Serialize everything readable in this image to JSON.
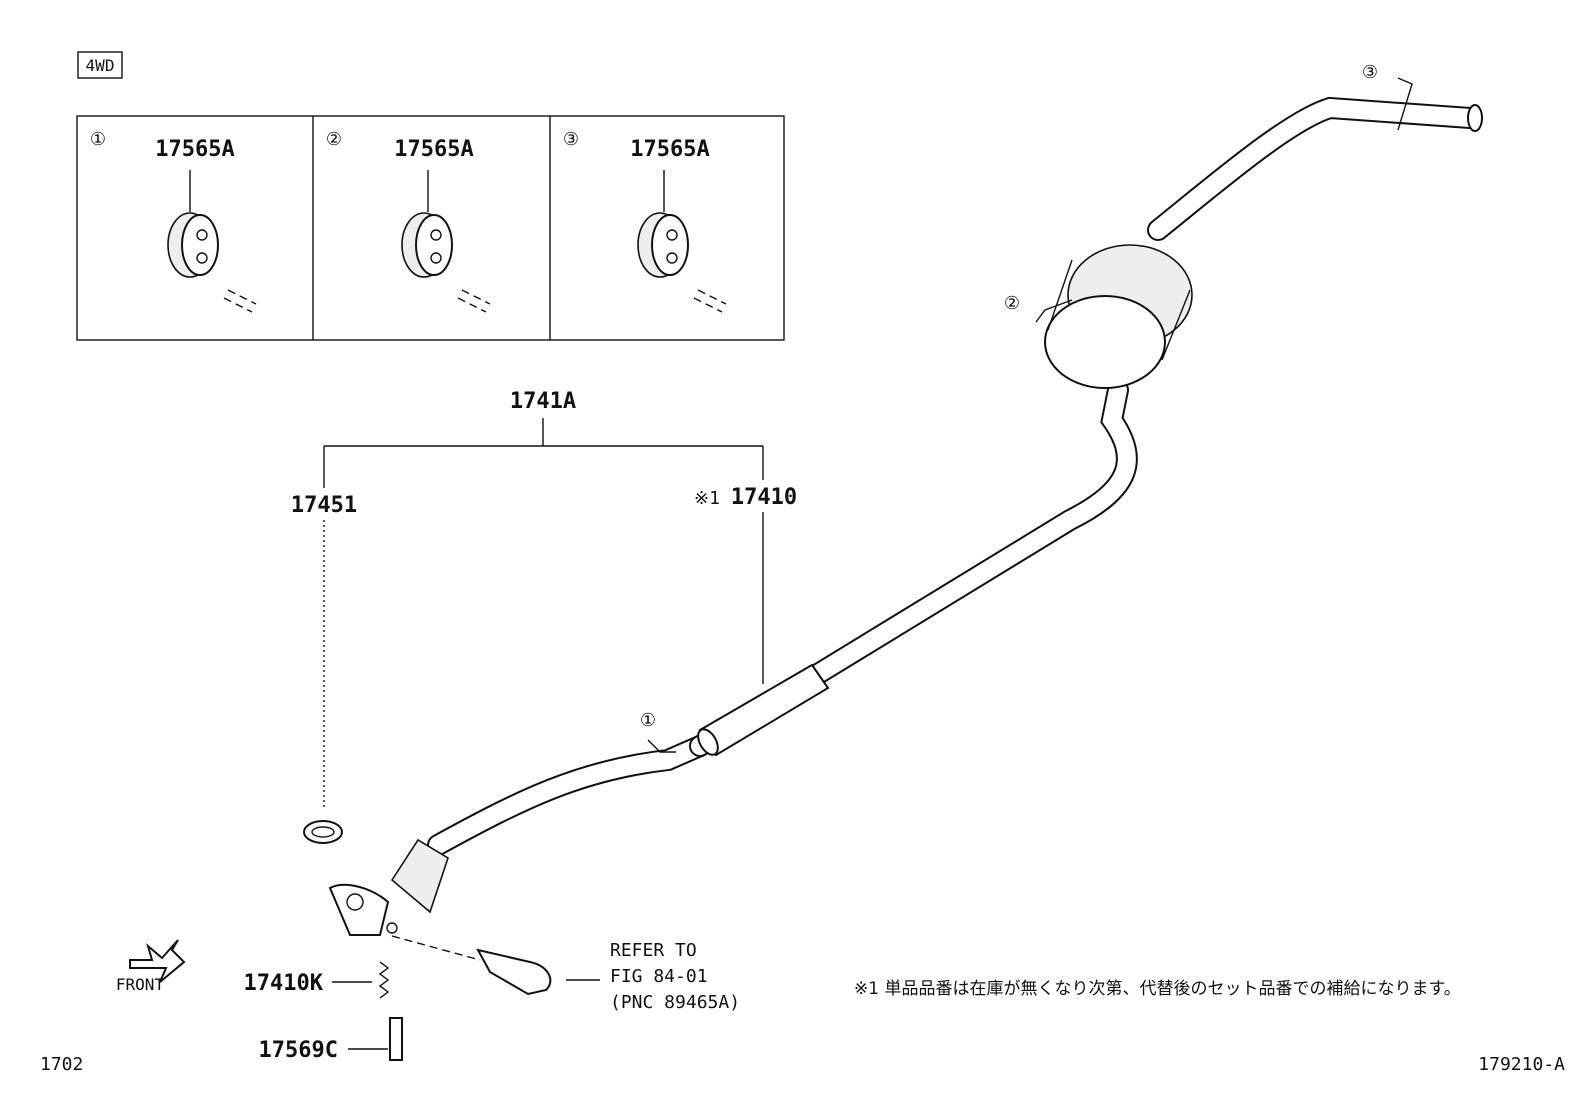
{
  "badge": "4WD",
  "insets": [
    {
      "num": "①",
      "part": "17565A"
    },
    {
      "num": "②",
      "part": "17565A"
    },
    {
      "num": "③",
      "part": "17565A"
    }
  ],
  "assembly": {
    "parent": "1741A",
    "left": "17451",
    "right_note": "※1",
    "right": "17410"
  },
  "callouts": {
    "c1": "①",
    "c2": "②",
    "c3": "③"
  },
  "parts": {
    "stud": "17410K",
    "bolt": "17569C"
  },
  "refer": {
    "line1": "REFER TO",
    "line2": "FIG 84-01",
    "line3": "(PNC 89465A)"
  },
  "front_label": "FRONT",
  "note": "※1 単品品番は在庫が無くなり次第、代替後のセット品番での補給になります。",
  "footer": {
    "left": "1702",
    "right": "179210-A"
  }
}
